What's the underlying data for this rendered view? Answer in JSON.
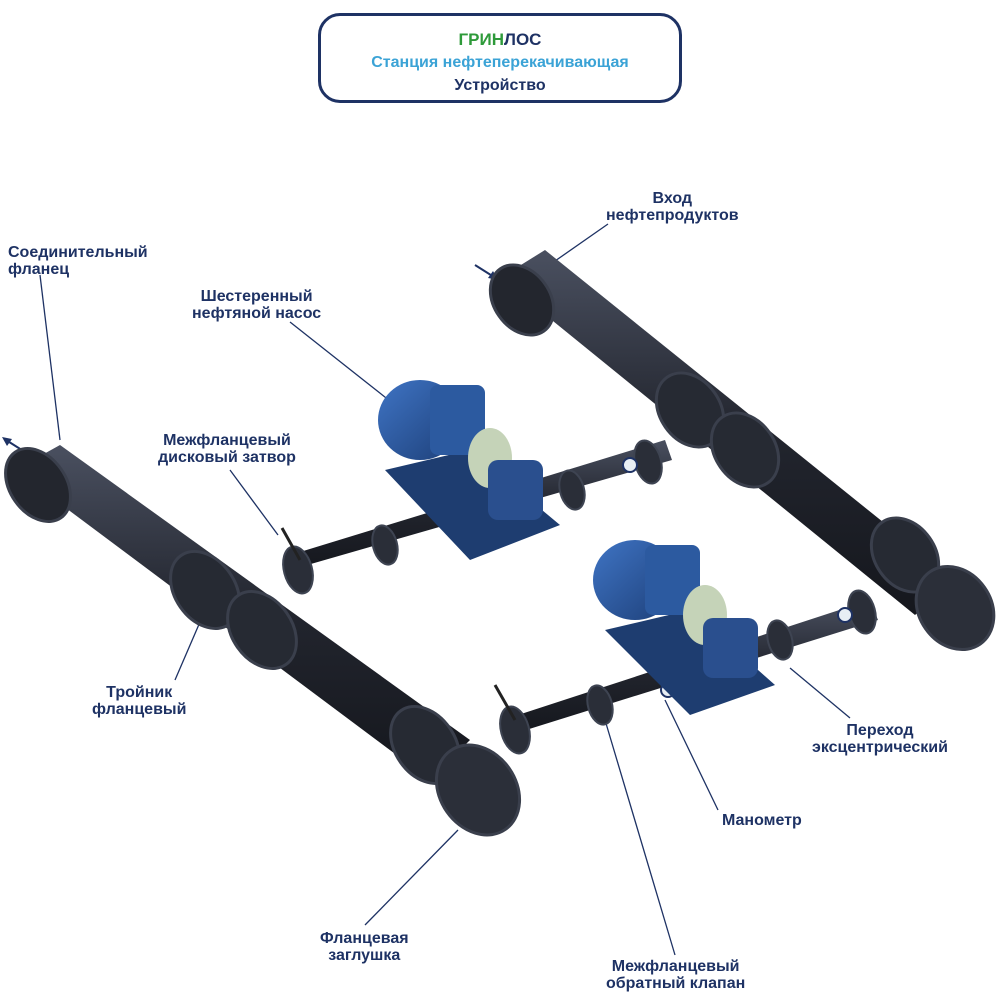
{
  "header": {
    "brand_part1": "ГРИН",
    "brand_part2": "ЛОС",
    "subtitle": "Станция нефтеперекачивающая",
    "caption": "Устройство"
  },
  "labels": {
    "inlet": [
      "Вход",
      "нефтепродуктов"
    ],
    "connect_flange": [
      "Соединительный",
      "фланец"
    ],
    "gear_pump": [
      "Шестеренный",
      "нефтяной насос"
    ],
    "butterfly_valve": [
      "Межфланцевый",
      "дисковый затвор"
    ],
    "flanged_tee": [
      "Тройник",
      "фланцевый"
    ],
    "eccentric_reducer": [
      "Переход",
      "эксцентрический"
    ],
    "manometer": [
      "Манометр"
    ],
    "flange_plug": [
      "Фланцевая",
      "заглушка"
    ],
    "check_valve": [
      "Межфланцевый",
      "обратный клапан"
    ]
  },
  "colors": {
    "brand_green": "#2e9a3a",
    "navy": "#1e3264",
    "subtitle_blue": "#3ba3d6",
    "pipe": "#2a2e3a",
    "motor": "#2c5aa0",
    "bolt": "#b8c888"
  }
}
